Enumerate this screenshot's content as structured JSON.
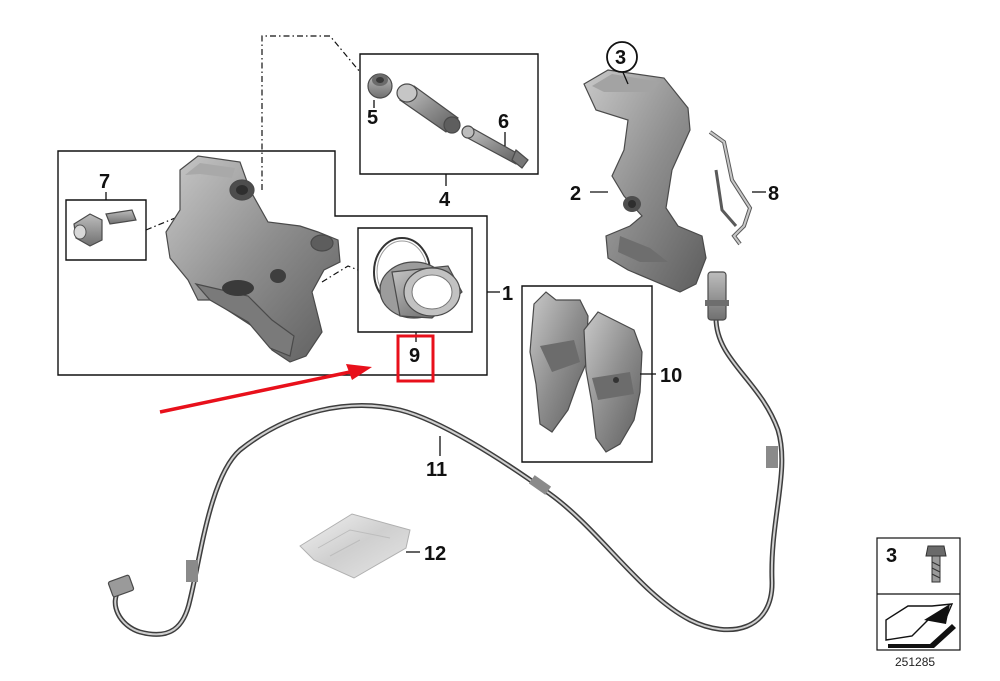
{
  "diagram": {
    "callouts": {
      "c1": "1",
      "c2": "2",
      "c3": "3",
      "c4": "4",
      "c5": "5",
      "c6": "6",
      "c7": "7",
      "c8": "8",
      "c9": "9",
      "c10": "10",
      "c11": "11",
      "c12": "12"
    },
    "legend": {
      "number": "3"
    },
    "reference_number": "251285",
    "colors": {
      "part_fill": "#8e8e8e",
      "part_light": "#b3b3b3",
      "part_dark": "#5d5d5d",
      "line": "#111111",
      "highlight": "#e8101b"
    },
    "icons": [
      "caliper-icon",
      "carrier-icon",
      "brake-pad-icon",
      "wear-sensor-icon",
      "bolt-icon",
      "grease-packet-icon",
      "arrow-icon"
    ]
  }
}
